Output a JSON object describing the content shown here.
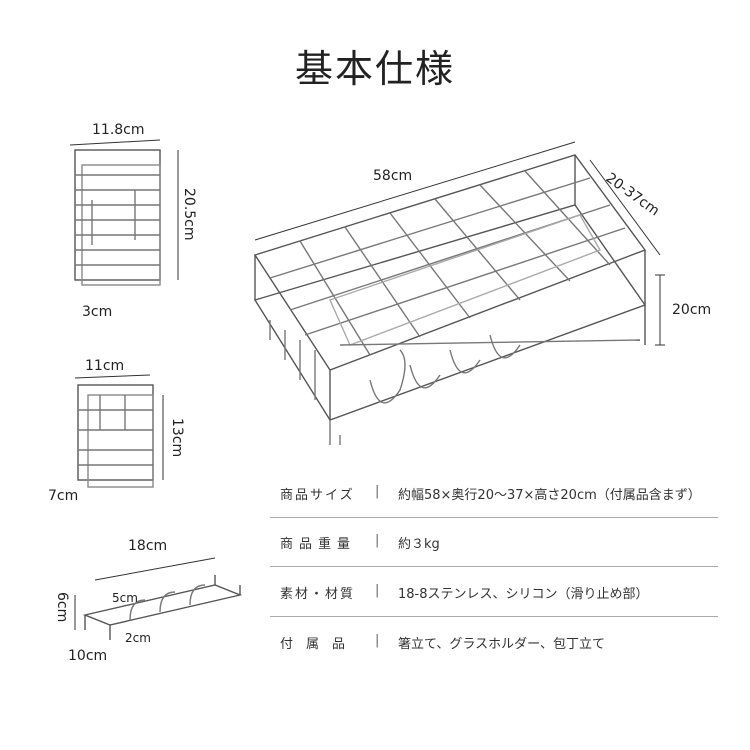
{
  "title": "基本仕様",
  "dimensions": {
    "main_width": "58cm",
    "main_depth": "20-37cm",
    "main_height": "20cm",
    "chopstick_width": "11.8cm",
    "chopstick_height": "20.5cm",
    "chopstick_depth": "3cm",
    "glass_width": "11cm",
    "glass_height": "13cm",
    "glass_depth": "7cm",
    "knife_width": "18cm",
    "knife_height": "6cm",
    "knife_gap": "5cm",
    "knife_slot": "2cm",
    "knife_depth": "10cm"
  },
  "specs": [
    {
      "label": "商品サイズ",
      "separator": "|",
      "value": "約幅58×奥行20〜37×高さ20cm（付属品含まず）"
    },
    {
      "label": "商品重量",
      "separator": "|",
      "value": "約３kg"
    },
    {
      "label": "素材・材質",
      "separator": "|",
      "value": "18-8ステンレス、シリコン（滑り止め部）"
    },
    {
      "label": "付　属　品",
      "separator": "|",
      "value": "箸立て、グラスホルダー、包丁立て"
    }
  ]
}
